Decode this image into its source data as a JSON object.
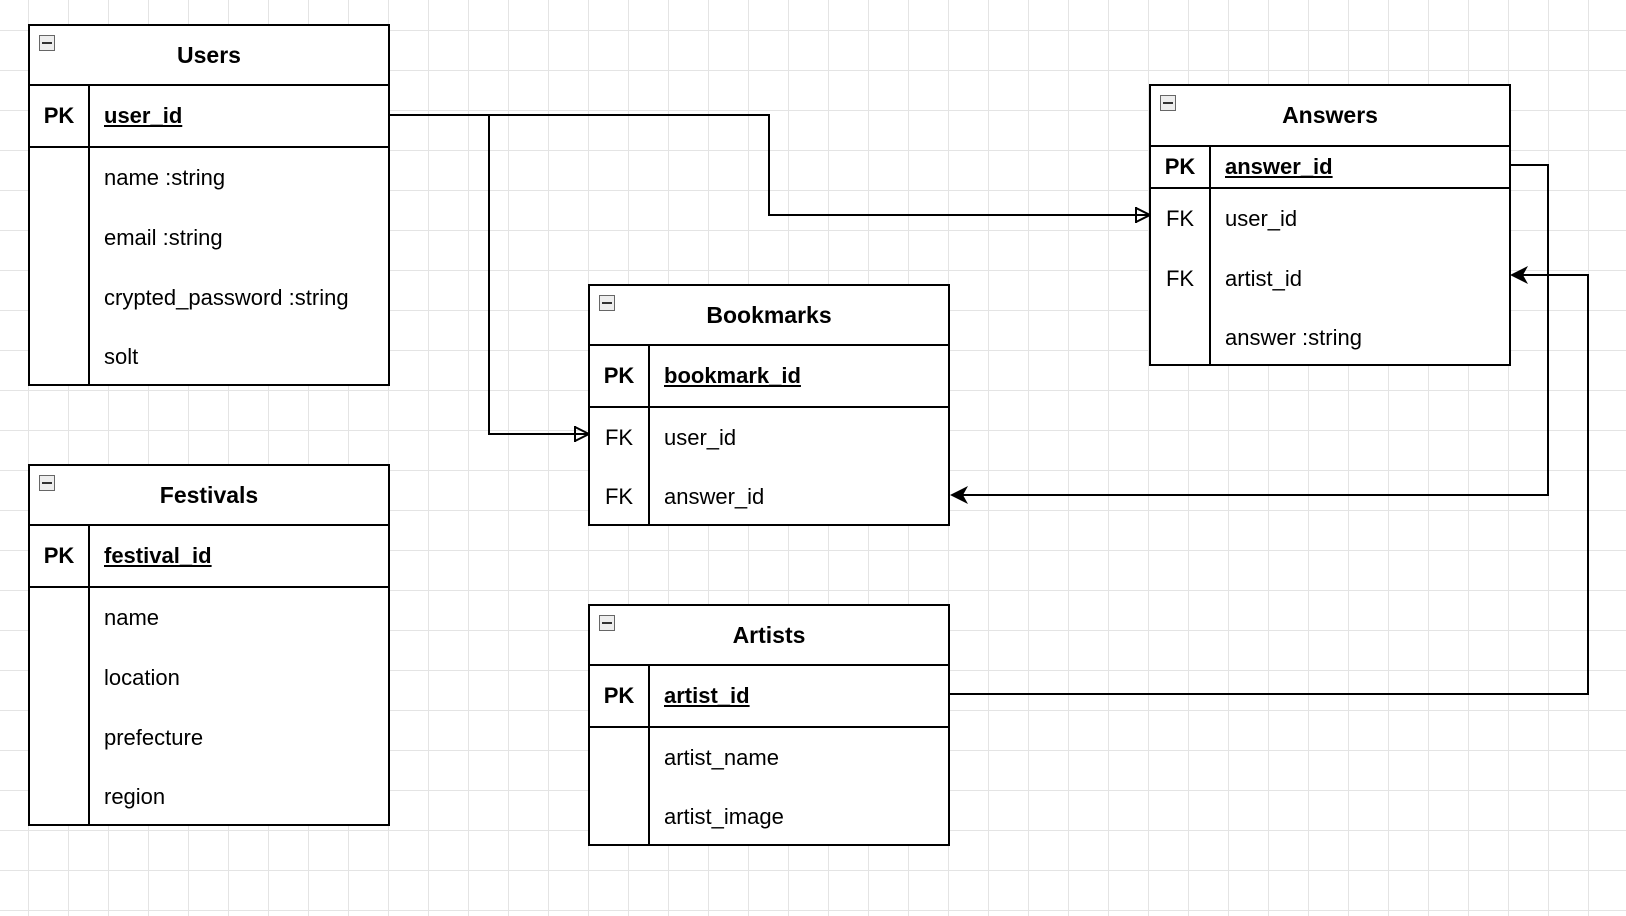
{
  "entities": {
    "users": {
      "title": "Users",
      "pk": {
        "key": "PK",
        "name": "user_id"
      },
      "attributes": [
        {
          "key": "",
          "name": "name :string"
        },
        {
          "key": "",
          "name": "email :string"
        },
        {
          "key": "",
          "name": "crypted_password :string"
        },
        {
          "key": "",
          "name": "solt"
        }
      ]
    },
    "festivals": {
      "title": "Festivals",
      "pk": {
        "key": "PK",
        "name": "festival_id"
      },
      "attributes": [
        {
          "key": "",
          "name": "name"
        },
        {
          "key": "",
          "name": "location"
        },
        {
          "key": "",
          "name": "prefecture"
        },
        {
          "key": "",
          "name": "region"
        }
      ]
    },
    "bookmarks": {
      "title": "Bookmarks",
      "pk": {
        "key": "PK",
        "name": "bookmark_id"
      },
      "attributes": [
        {
          "key": "FK",
          "name": "user_id"
        },
        {
          "key": "FK",
          "name": "answer_id"
        }
      ]
    },
    "artists": {
      "title": "Artists",
      "pk": {
        "key": "PK",
        "name": "artist_id"
      },
      "attributes": [
        {
          "key": "",
          "name": "artist_name"
        },
        {
          "key": "",
          "name": "artist_image"
        }
      ]
    },
    "answers": {
      "title": "Answers",
      "pk": {
        "key": "PK",
        "name": "answer_id"
      },
      "attributes": [
        {
          "key": "FK",
          "name": "user_id"
        },
        {
          "key": "FK",
          "name": "artist_id"
        },
        {
          "key": "",
          "name": "answer :string"
        }
      ]
    }
  },
  "relationships": [
    {
      "from": "users.user_id",
      "to": "answers.user_id",
      "end_marker": "crowsfoot-one-or-many"
    },
    {
      "from": "users.user_id",
      "to": "bookmarks.user_id",
      "end_marker": "crowsfoot-one-or-many"
    },
    {
      "from": "answers.answer_id",
      "to": "bookmarks.answer_id",
      "end_marker": "arrow"
    },
    {
      "from": "artists.artist_id",
      "to": "answers.artist_id",
      "end_marker": "arrow"
    }
  ],
  "colors": {
    "line": "#000000",
    "grid": "#e4e4e4",
    "background": "#ffffff"
  }
}
